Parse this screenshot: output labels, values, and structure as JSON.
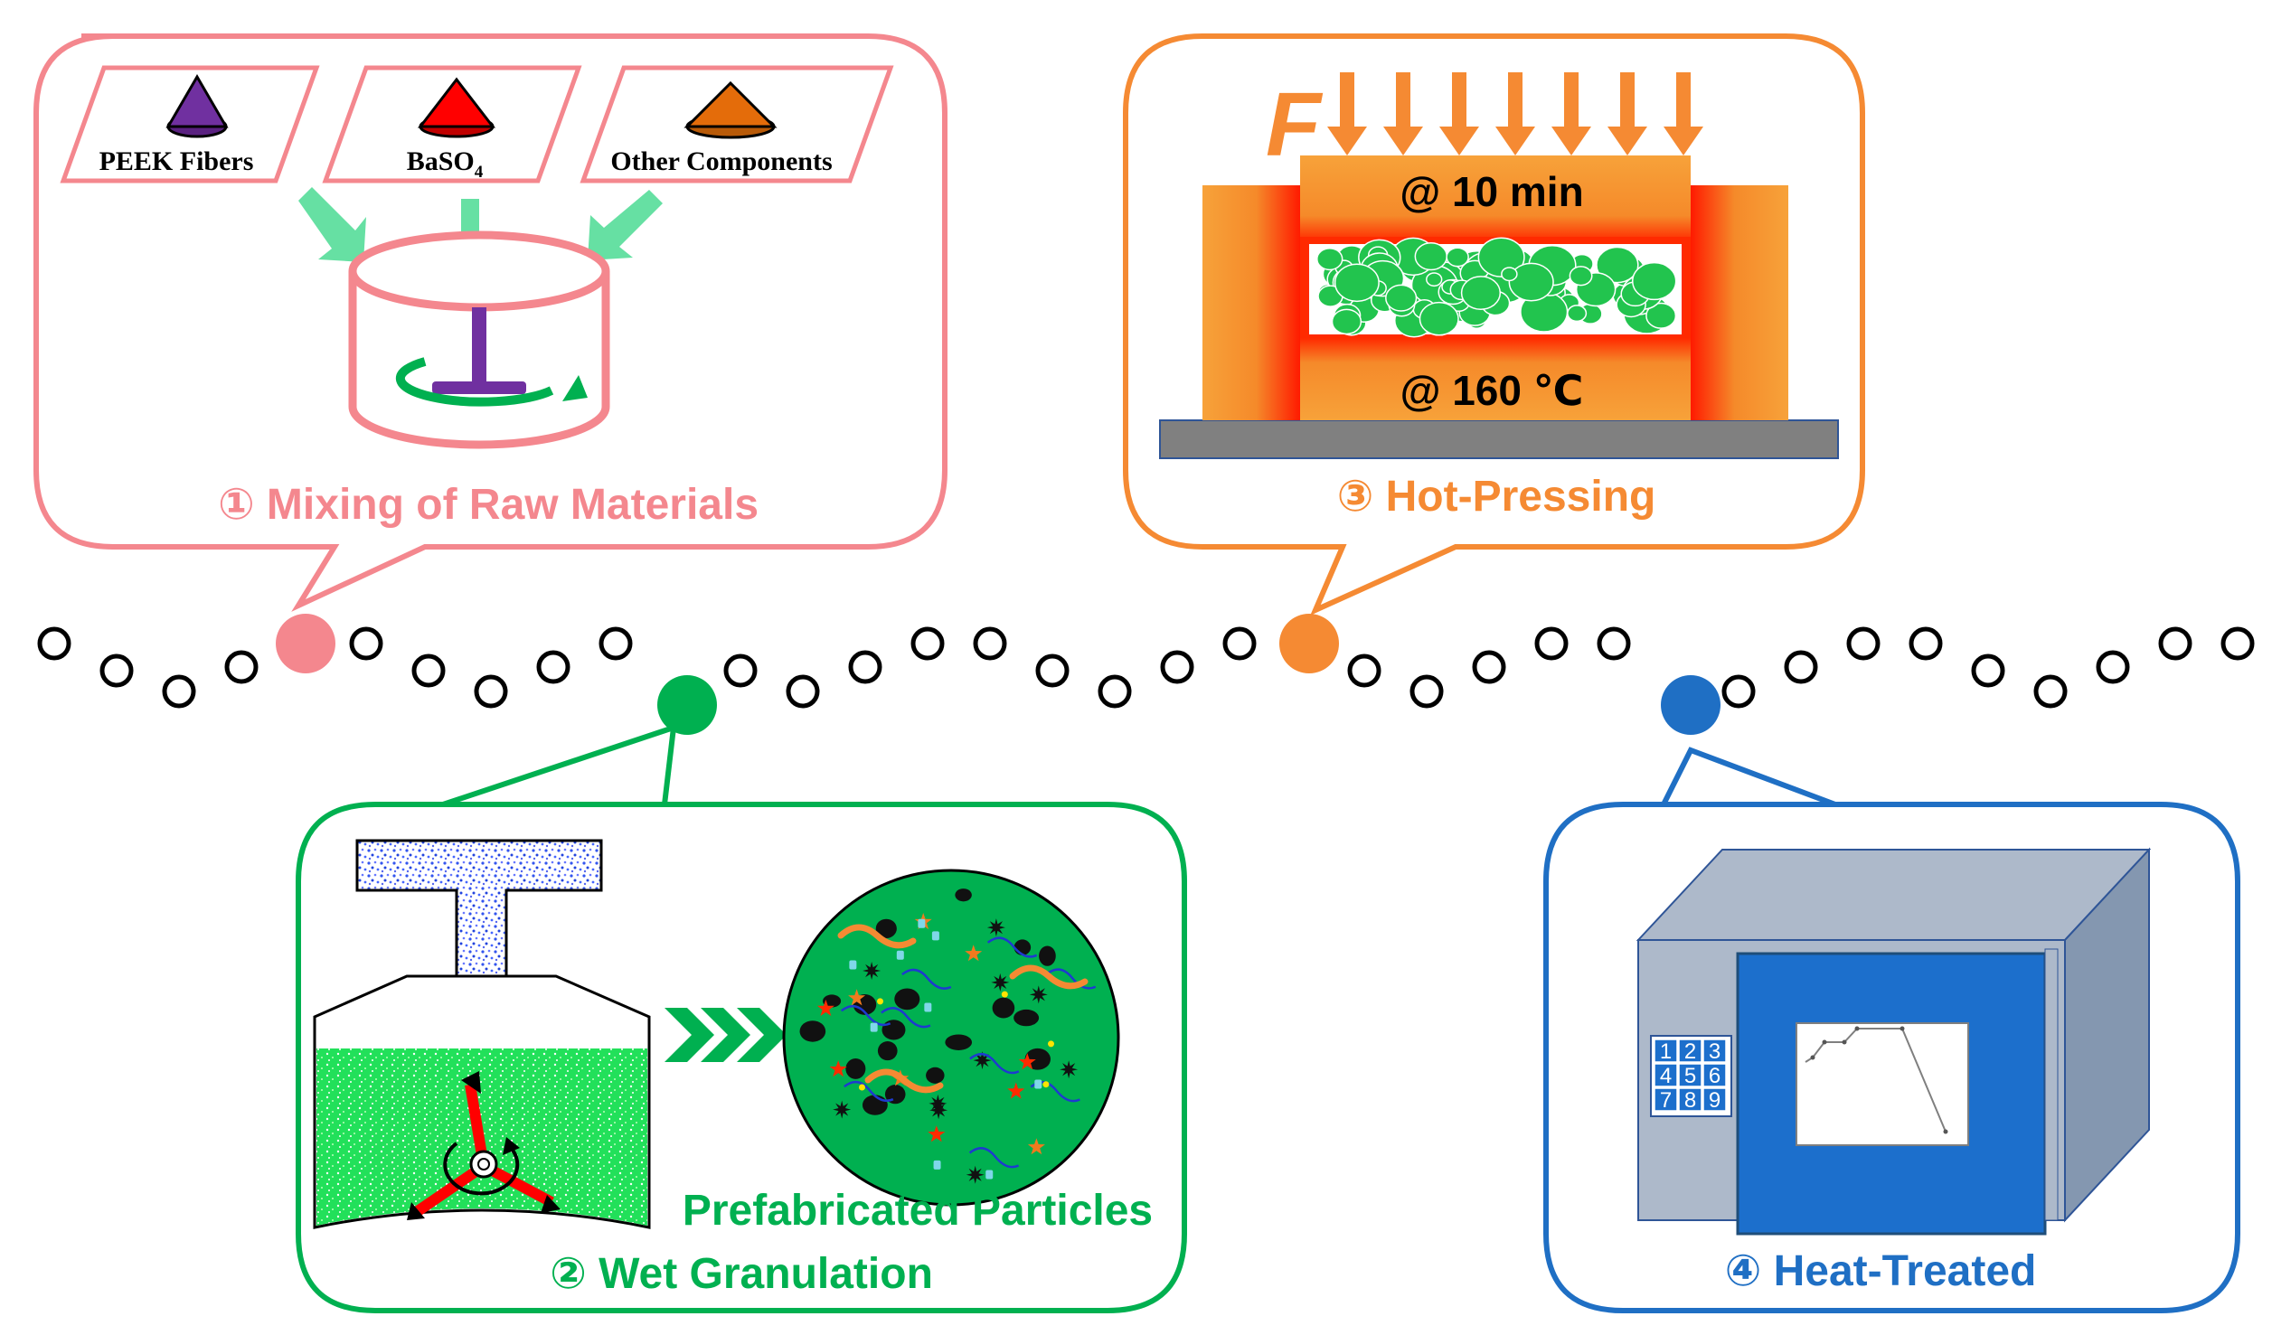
{
  "step1": {
    "title": "① Mixing of Raw Materials",
    "inputs": [
      {
        "label": "PEEK Fibers",
        "cone": "#7030A0"
      },
      {
        "label": "BaSO",
        "sub": "4",
        "cone": "#FF0000"
      },
      {
        "label": "Other Components",
        "cone": "#E46C0A"
      }
    ]
  },
  "step2": {
    "title": "② Wet Granulation",
    "caption": "Prefabricated Particles"
  },
  "step3": {
    "title": "③ Hot-Pressing",
    "force": "F",
    "time": "@ 10 min",
    "temp": "@ 160 ℃"
  },
  "step4": {
    "title": "④ Heat-Treated",
    "keys": [
      "1",
      "2",
      "3",
      "4",
      "5",
      "6",
      "7",
      "8",
      "9"
    ]
  },
  "colors": {
    "step1": "#F4878E",
    "step2": "#00B050",
    "step3": "#F58A33",
    "step4": "#1F6FC4",
    "arrow": "#66E0A3"
  }
}
